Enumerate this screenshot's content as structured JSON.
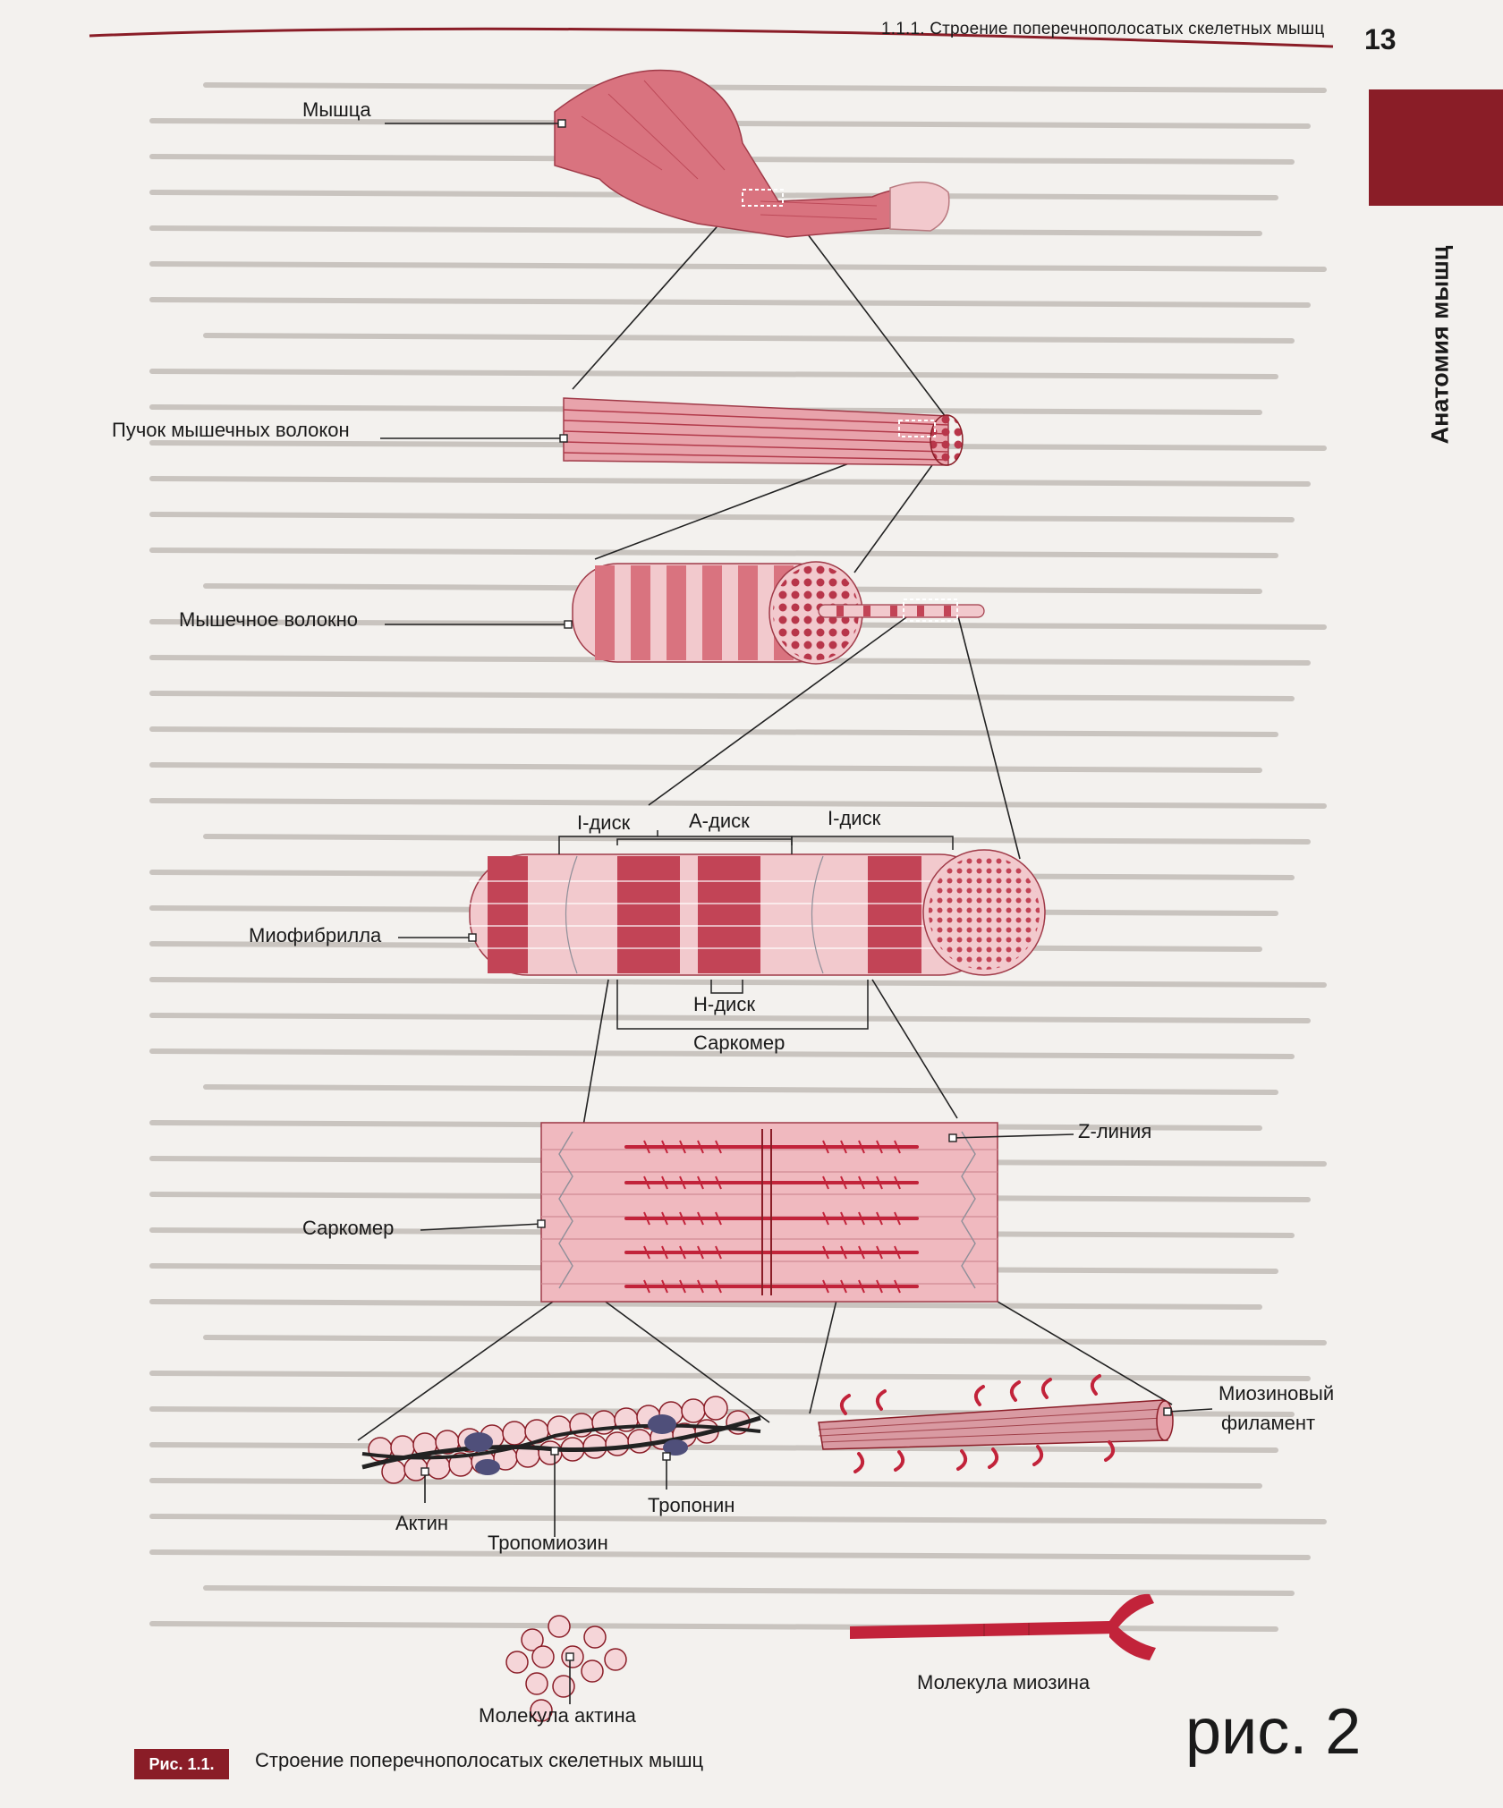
{
  "header": {
    "section_title": "1.1.1. Строение поперечнополосатых скелетных мышц",
    "page_number": "13",
    "side_tab_title": "Анатомия мышц"
  },
  "colors": {
    "accent": "#8a1d27",
    "muscle": "#d9737f",
    "muscle_light": "#f2c9cd",
    "muscle_dark": "#b8364a"
  },
  "labels": {
    "muscle": "Мышца",
    "fascicle": "Пучок мышечных волокон",
    "fiber": "Мышечное волокно",
    "myofibril": "Миофибрилла",
    "i_disc_left": "I-диск",
    "a_disc": "A-диск",
    "i_disc_right": "I-диск",
    "h_disc": "H-диск",
    "sarcomere_brace": "Саркомер",
    "sarcomere": "Саркомер",
    "z_line": "Z-линия",
    "actin": "Актин",
    "tropomyosin": "Тропомиозин",
    "troponin": "Тропонин",
    "myosin_filament_line1": "Миозиновый",
    "myosin_filament_line2": "филамент",
    "actin_molecule": "Молекула актина",
    "myosin_molecule": "Молекула миозина"
  },
  "caption": {
    "tag": "Рис. 1.1.",
    "text": "Строение поперечнополосатых скелетных мышц"
  },
  "handwritten_note": "рис. 2"
}
